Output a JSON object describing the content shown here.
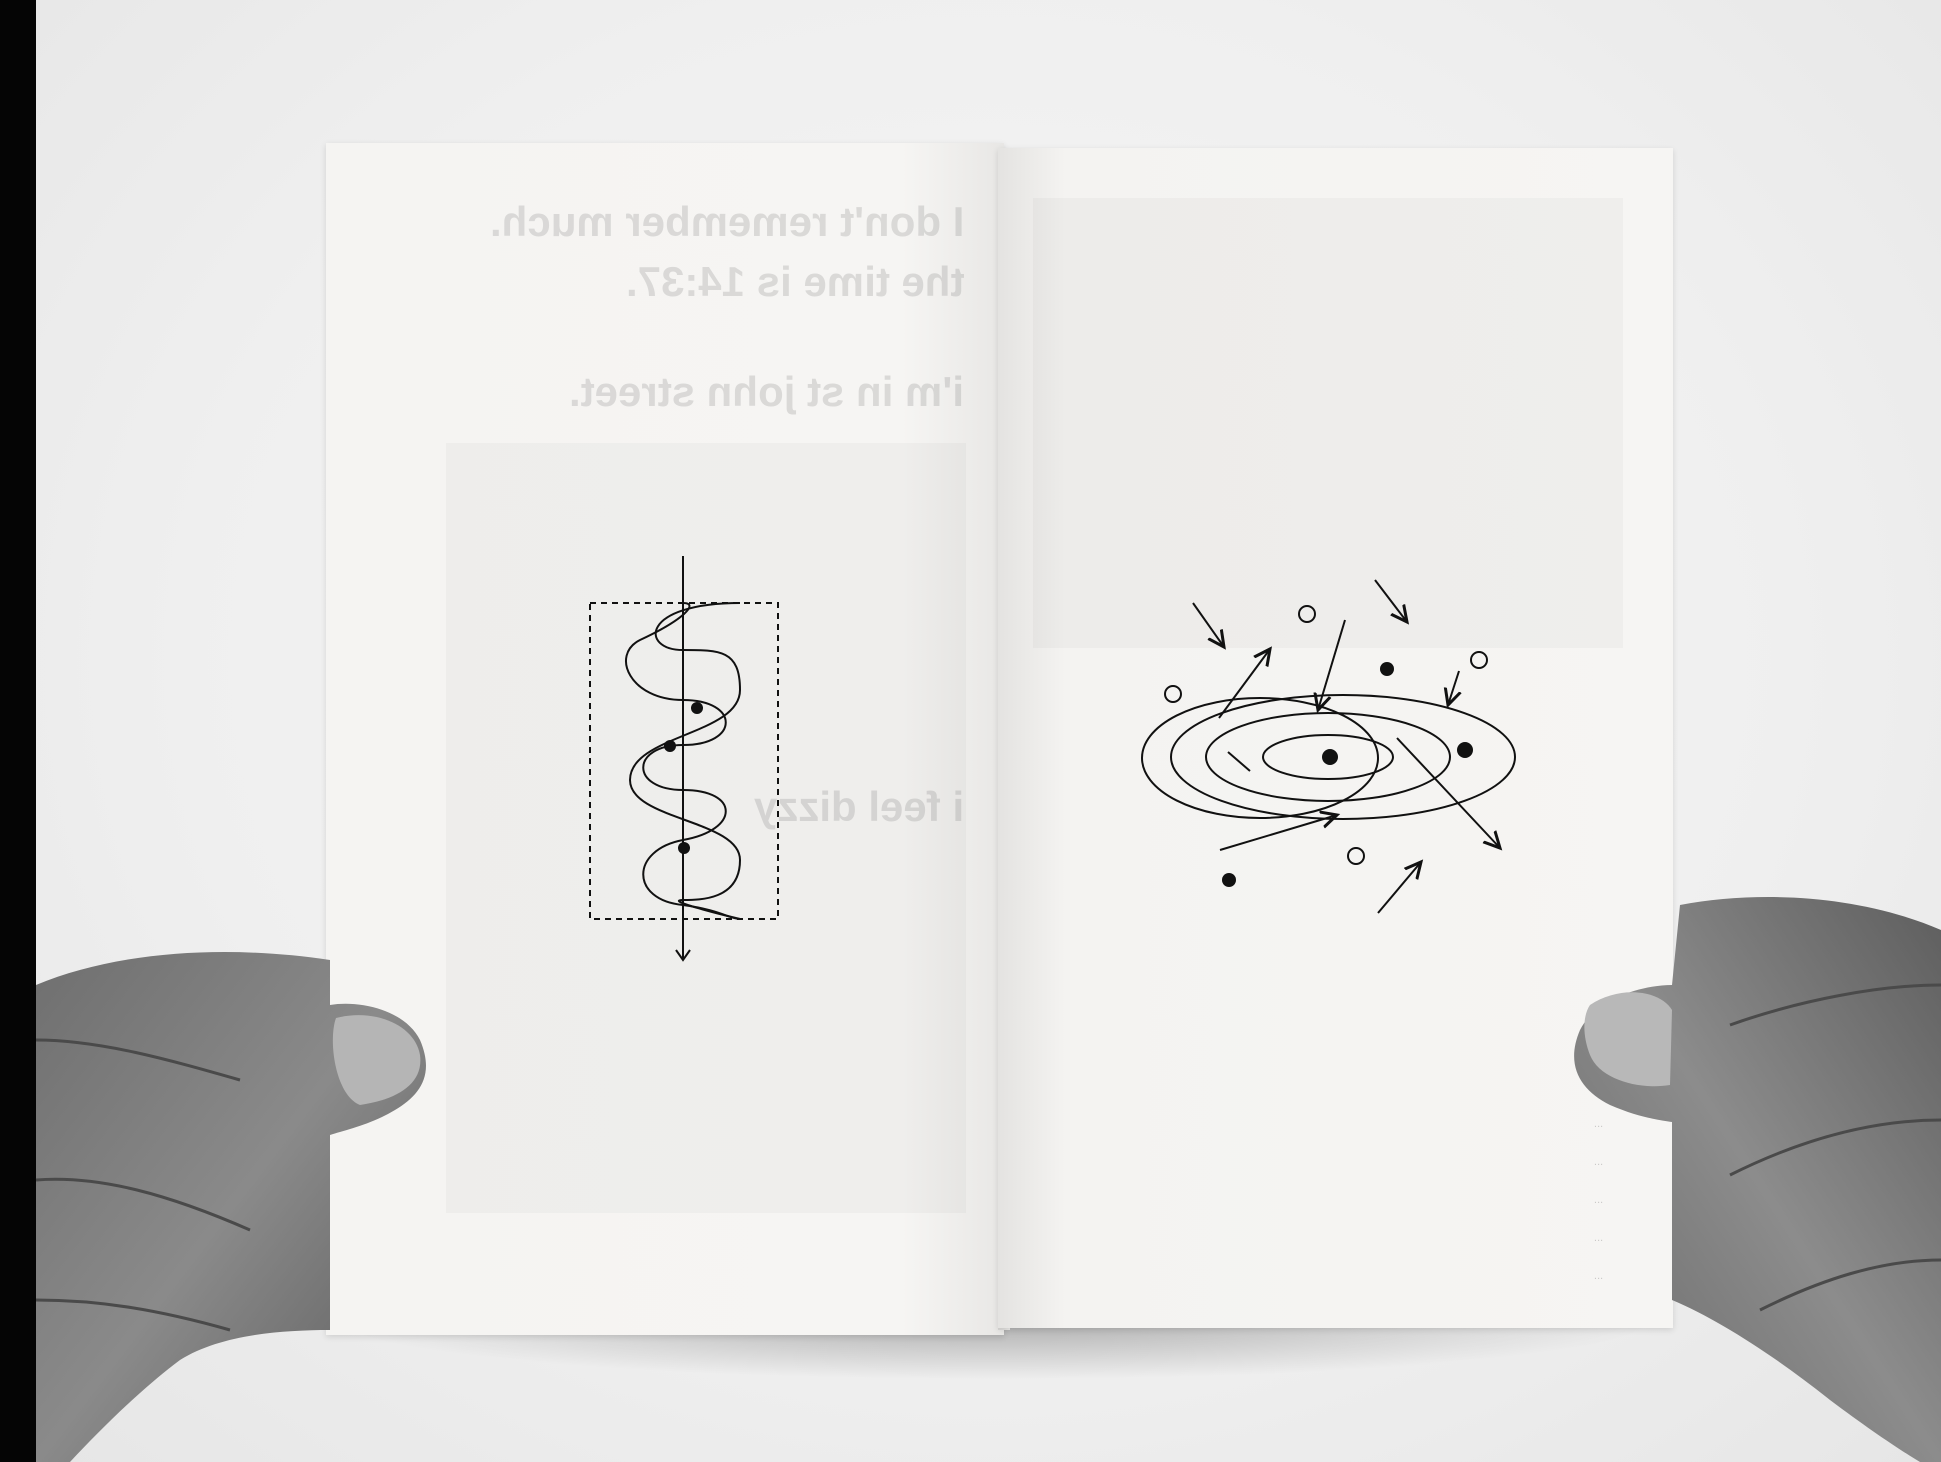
{
  "scene": {
    "subject": "open-booklet",
    "left_page_bleed_lines": [
      "I don't remember much.",
      "the time is 14:37.",
      "i'm in st john street.",
      "i feel dizzy"
    ],
    "right_page_bleed_lines": [
      "...",
      "...",
      "...",
      "...",
      "..."
    ]
  },
  "colors": {
    "background": "#f1f1f1",
    "page": "#f6f5f3",
    "ink": "#111111",
    "skin": "#7a7a7a"
  },
  "icons": {
    "left_diagram": "wave-diagram-icon",
    "right_diagram": "orbit-diagram-icon"
  }
}
